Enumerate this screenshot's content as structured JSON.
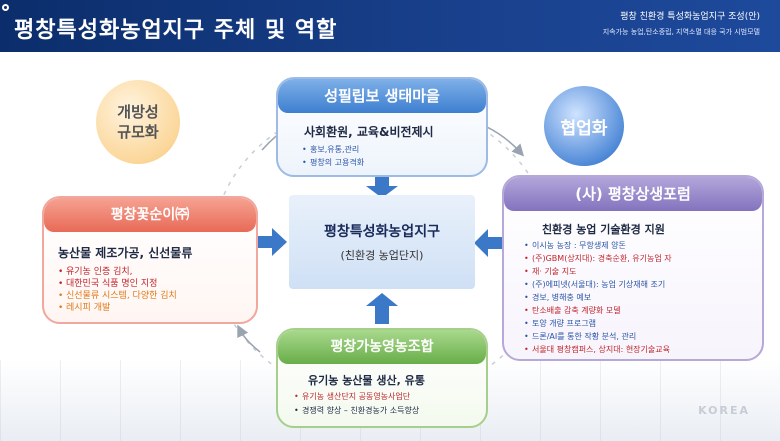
{
  "header": {
    "title": "평창특성화농업지구 주체 및 역할",
    "sub1": "평창 친환경 특성화농업지구 조성(안)",
    "sub2": "지속가능 농업,탄소중립, 지역소멸 대응 국가 시범모델"
  },
  "circles": {
    "left": {
      "line1": "개방성",
      "line2": "규모화"
    },
    "right": {
      "label": "협업화"
    }
  },
  "center": {
    "title": "평창특성화농업지구",
    "subtitle": "(친환경 농업단지)"
  },
  "top": {
    "title": "성필립보 생태마을",
    "subtitle": "사회환원, 교육&비전제시",
    "bullets": [
      "홍보,유통,관리",
      "평창의 고용격화"
    ]
  },
  "left": {
    "title": "평창꽃순이㈜",
    "subtitle": "농산물 제조가공, 신선물류",
    "bullets": [
      "유기농 인증 김치,",
      "대한민국 식품 명인 지정",
      "신선물류 시스템, 다양한 김치",
      "레시피 개발"
    ]
  },
  "right": {
    "title": "(사) 평창상생포럼",
    "subtitle": "친환경 농업 기술환경 지원",
    "bullets": [
      "이시농 농장 : 무항생제 양돈",
      "(주)GBM(상지대): 경축순환, 유기농업 자",
      "재· 기술 지도",
      "(주)에피넷(서울대): 농업 기상재해 조기",
      "경보, 병해충 예보",
      "탄소배출 감축 계량화 모델",
      "토양 개량 프로그램",
      "드론/AI를 통한 작황 분석, 관리",
      "서울대 평창캠퍼스, 상지대: 현장기술교육"
    ]
  },
  "bottom": {
    "title": "평창가농영농조합",
    "subtitle": "유기농 농산물 생산, 유통",
    "bullets": [
      "유기농 생산단지 공동영농사업단",
      "경쟁력 향상 – 친환경농가 소득향상"
    ]
  },
  "watermark": "KOREA",
  "colors": {
    "header": "#183f8a",
    "top": "#3d7fd0",
    "left": "#e86a57",
    "right": "#8373bf",
    "bottom": "#68ad49",
    "arrow": "#3b78c8",
    "bullet_red": "#c0272d",
    "bullet_orange": "#e07b1a",
    "bullet_blue": "#2b55a8",
    "bullet_navy": "#1f2a44"
  }
}
